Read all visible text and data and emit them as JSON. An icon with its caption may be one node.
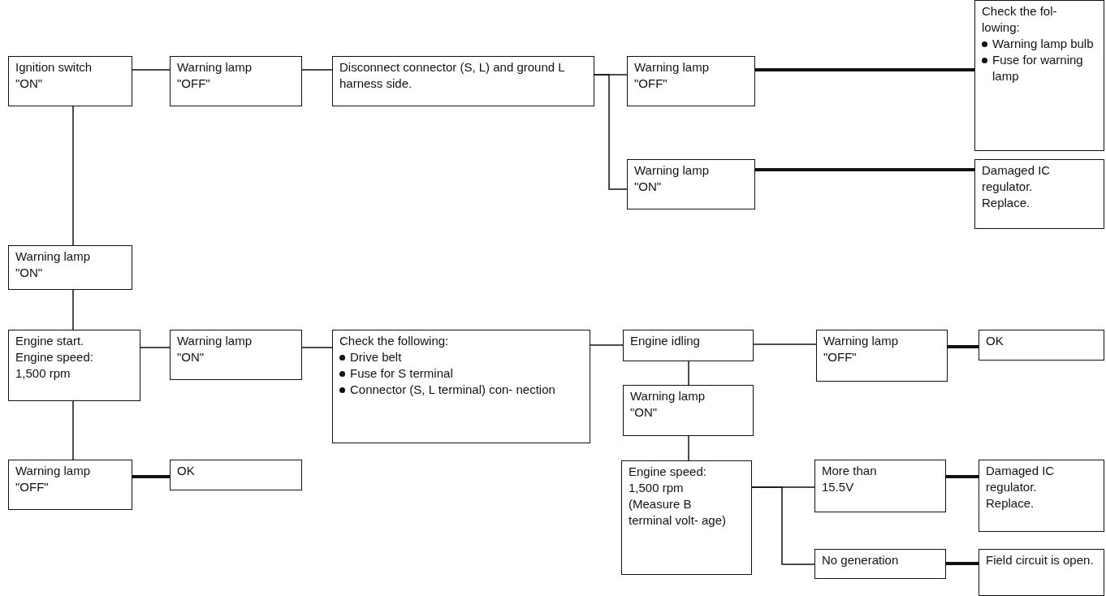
{
  "diagram": {
    "nodes": [
      {
        "text": [
          "Ignition switch \"ON\""
        ]
      },
      {
        "text": [
          "Warning lamp \"OFF\""
        ]
      },
      {
        "text": [
          "Disconnect connector (S, L) and ground L harness side."
        ]
      },
      {
        "text": [
          "Warning lamp \"OFF\""
        ]
      },
      {
        "text": [
          "Check the fol- lowing:",
          "Warning lamp bulb",
          "Fuse for warning lamp"
        ]
      },
      {
        "text": [
          "Warning lamp \"ON\""
        ]
      },
      {
        "text": [
          "Damaged IC regulator. Replace."
        ]
      },
      {
        "text": [
          "Warning lamp \"ON\""
        ]
      },
      {
        "text": [
          "Engine start. Engine speed: 1,500 rpm"
        ]
      },
      {
        "text": [
          "Warning lamp \"ON\""
        ]
      },
      {
        "text": [
          "Check the following:",
          "Drive belt",
          "Fuse for S terminal",
          "Connector (S, L terminal) con- nection"
        ]
      },
      {
        "text": [
          "Engine idling"
        ]
      },
      {
        "text": [
          "Warning lamp \"OFF\""
        ]
      },
      {
        "text": [
          "OK"
        ]
      },
      {
        "text": [
          "Warning lamp \"ON\""
        ]
      },
      {
        "text": [
          "Engine speed: 1,500 rpm (Measure B terminal volt- age)"
        ]
      },
      {
        "text": [
          "More than 15.5V"
        ]
      },
      {
        "text": [
          "Damaged IC regulator. Replace."
        ]
      },
      {
        "text": [
          "No generation"
        ]
      },
      {
        "text": [
          "Field circuit is open."
        ]
      },
      {
        "text": [
          "Warning lamp \"OFF\""
        ]
      },
      {
        "text": [
          "OK"
        ]
      }
    ],
    "edges": [
      {
        "from": 0,
        "to": 1,
        "arrow": "none"
      },
      {
        "from": 1,
        "to": 2,
        "arrow": "none"
      },
      {
        "from": 2,
        "to": 3,
        "arrow": "none"
      },
      {
        "from": 2,
        "to": 5,
        "arrow": "none"
      },
      {
        "from": 3,
        "to": 4,
        "arrow": "none",
        "style": "thick"
      },
      {
        "from": 5,
        "to": 6,
        "arrow": "none",
        "style": "thick"
      },
      {
        "from": 0,
        "to": 7,
        "arrow": "none"
      },
      {
        "from": 7,
        "to": 8,
        "arrow": "none"
      },
      {
        "from": 8,
        "to": 9,
        "arrow": "none"
      },
      {
        "from": 9,
        "to": 10,
        "arrow": "none"
      },
      {
        "from": 10,
        "to": 11,
        "arrow": "none"
      },
      {
        "from": 11,
        "to": 12,
        "arrow": "none"
      },
      {
        "from": 12,
        "to": 13,
        "arrow": "none",
        "style": "thick"
      },
      {
        "from": 11,
        "to": 14,
        "arrow": "none"
      },
      {
        "from": 14,
        "to": 15,
        "arrow": "none"
      },
      {
        "from": 15,
        "to": 16,
        "arrow": "none"
      },
      {
        "from": 15,
        "to": 18,
        "arrow": "none"
      },
      {
        "from": 16,
        "to": 17,
        "arrow": "none",
        "style": "thick"
      },
      {
        "from": 18,
        "to": 19,
        "arrow": "none",
        "style": "thick"
      },
      {
        "from": 8,
        "to": 20,
        "arrow": "none"
      },
      {
        "from": 20,
        "to": 21,
        "arrow": "none",
        "style": "thick"
      }
    ]
  }
}
